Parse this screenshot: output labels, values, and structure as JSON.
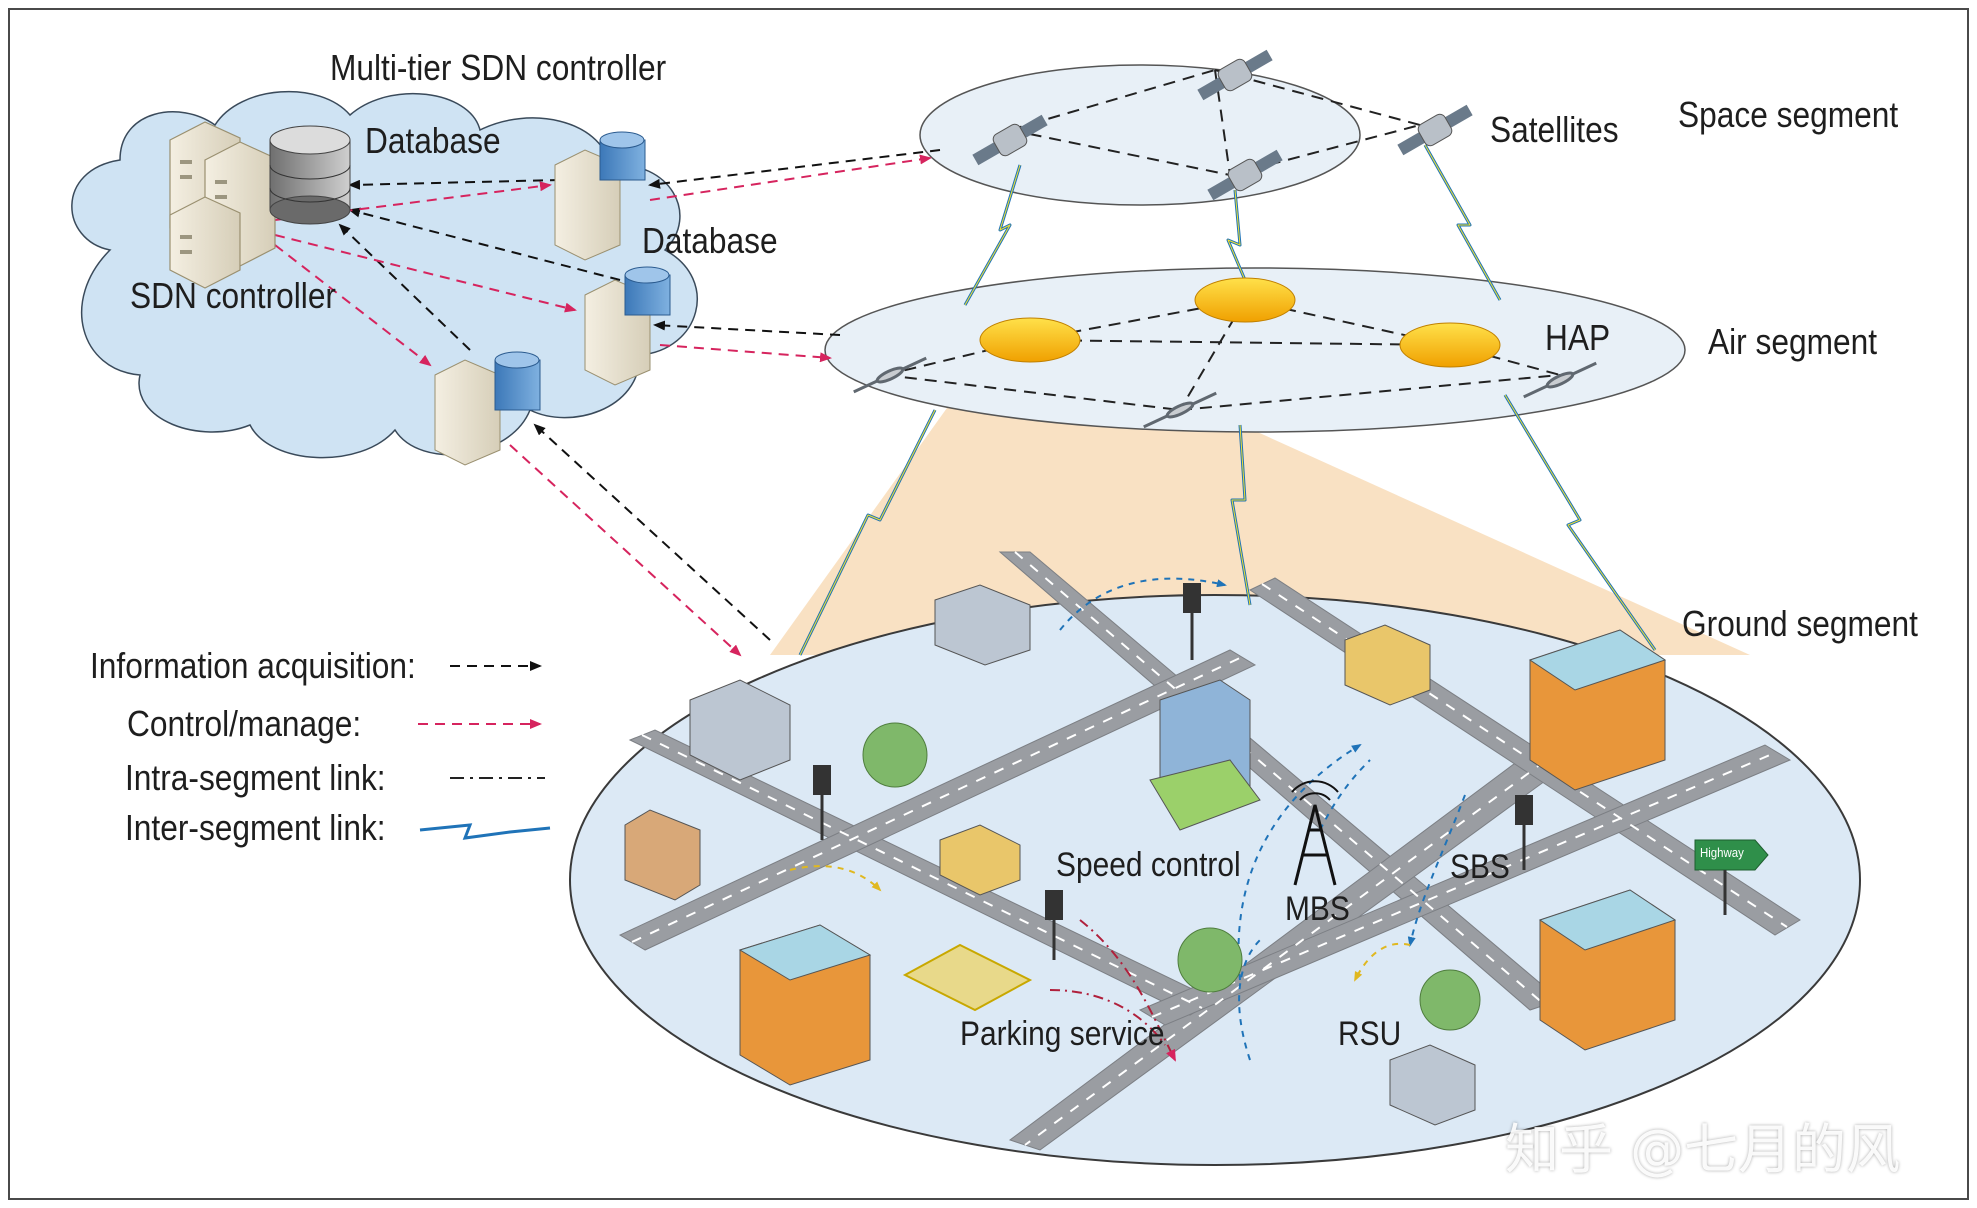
{
  "cloud": {
    "title": "Multi-tier SDN controller",
    "sdn_controller_label": "SDN controller",
    "database_label_1": "Database",
    "database_label_2": "Database"
  },
  "segments": {
    "space": "Space segment",
    "air": "Air segment",
    "ground": "Ground segment"
  },
  "nodes": {
    "satellites": "Satellites",
    "hap": "HAP",
    "speed_control": "Speed control",
    "mbs": "MBS",
    "sbs": "SBS",
    "rsu": "RSU",
    "parking_service": "Parking service",
    "highway_sign": "Highway"
  },
  "legend": {
    "items": [
      {
        "label": "Information acquisition:",
        "style": "info"
      },
      {
        "label": "Control/manage:",
        "style": "control"
      },
      {
        "label": "Intra-segment link:",
        "style": "intra"
      },
      {
        "label": "Inter-segment link:",
        "style": "inter"
      }
    ]
  },
  "colors": {
    "info_arrow": "#111111",
    "control_arrow": "#d6245e",
    "inter_link": "#1f73b8",
    "inter_link_fill": "#f0e030",
    "cloud_fill": "#cfe3f3",
    "ellipse_fill": "#e9f1f8",
    "ground_fill": "#dbe9f6",
    "beam": "#f6d6b0"
  },
  "watermark": "知乎 @七月的风"
}
